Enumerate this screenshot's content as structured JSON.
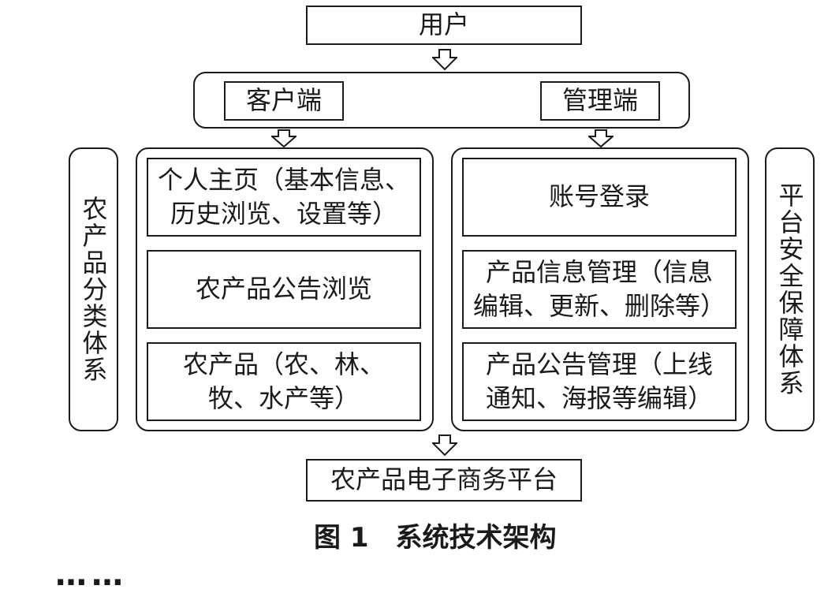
{
  "top": {
    "user": "用户"
  },
  "clients": {
    "client": "客户端",
    "admin": "管理端"
  },
  "left_side": "农产品分类体系",
  "right_side": "平台安全保障体系",
  "client_items": [
    "个人主页（基本信息、\n历史浏览、设置等）",
    "农产品公告浏览",
    "农产品（农、林、\n牧、水产等）"
  ],
  "admin_items": [
    "账号登录",
    "产品信息管理（信息\n编辑、更新、删除等）",
    "产品公告管理（上线\n通知、海报等编辑）"
  ],
  "bottom": {
    "platform": "农产品电子商务平台"
  },
  "caption": "图 1　系统技术架构",
  "partial_text": "……"
}
